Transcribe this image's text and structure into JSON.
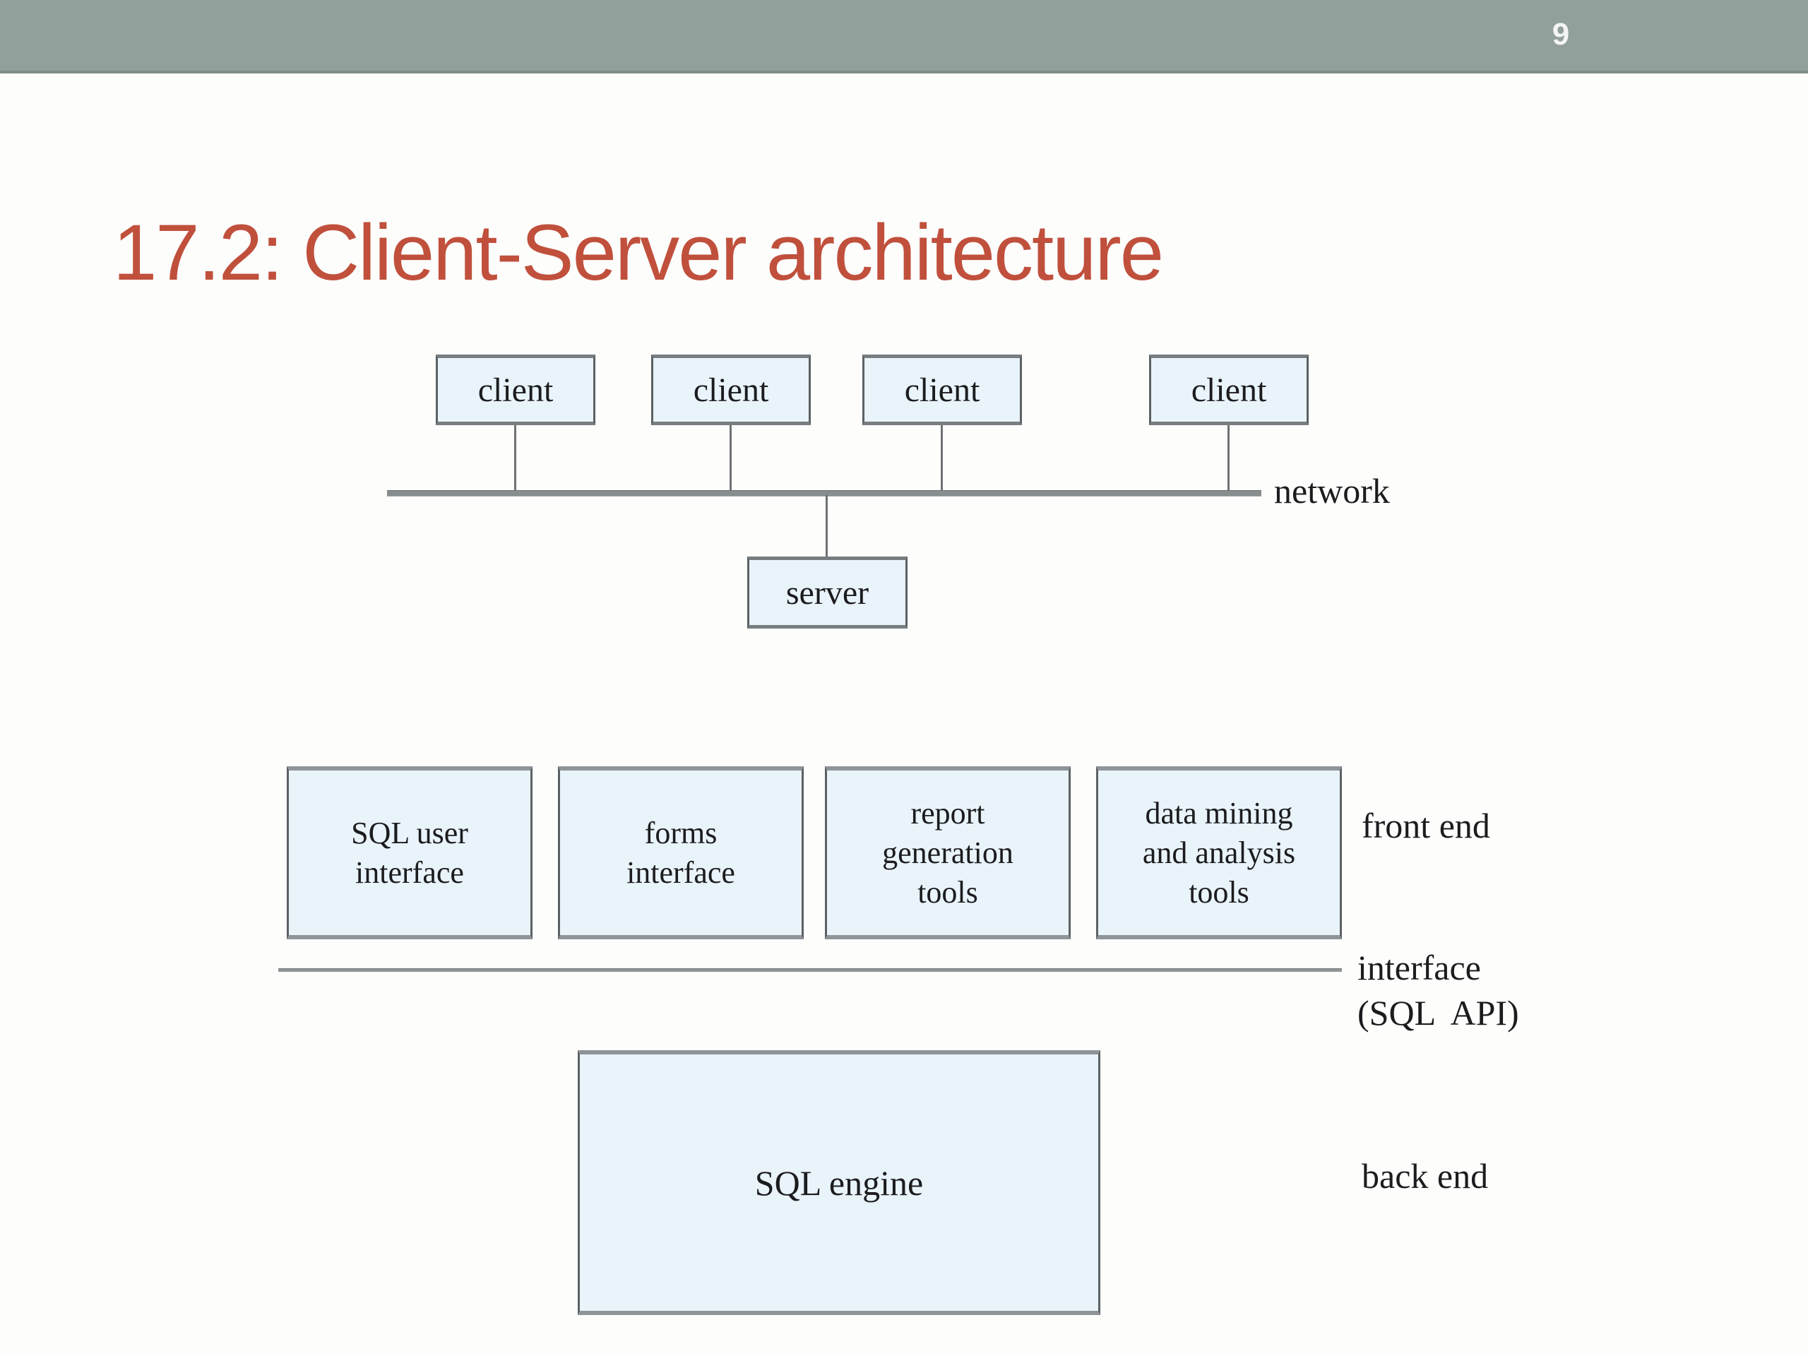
{
  "header": {
    "page_number": "9"
  },
  "title": {
    "text": "17.2: Client-Server architecture"
  },
  "colors": {
    "header_bar": "#91A09A",
    "title_text": "#C0503C",
    "box_fill": "#E9F3FA",
    "box_border": "#5C6163",
    "box_band": "#8E9497",
    "line": "#8A8F91",
    "diagram_text": "#1C1C1E",
    "page_number_text": "#F4F5F4"
  },
  "diagram": {
    "client_boxes": [
      "client",
      "client",
      "client",
      "client"
    ],
    "server_box": "server",
    "network_label": "network",
    "front_end_boxes": [
      {
        "lines": [
          "SQL user",
          "interface"
        ]
      },
      {
        "lines": [
          "forms",
          "interface"
        ]
      },
      {
        "lines": [
          "report",
          "generation",
          "tools"
        ]
      },
      {
        "lines": [
          "data mining",
          "and analysis",
          "tools"
        ]
      }
    ],
    "front_end_label": "front end",
    "interface_label": {
      "line1": "interface",
      "line2": "(SQL  API)"
    },
    "engine_box": "SQL engine",
    "back_end_label": "back end"
  }
}
